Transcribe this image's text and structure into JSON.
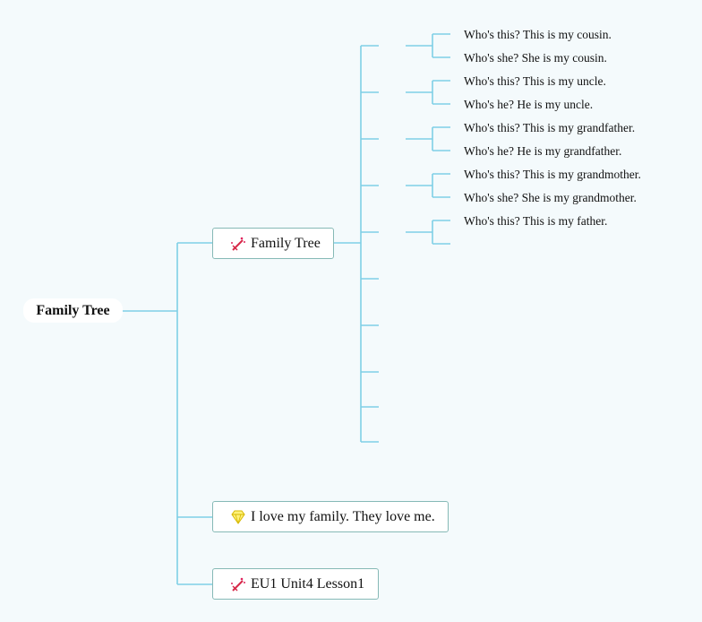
{
  "root": {
    "label": "Family Tree"
  },
  "branches": [
    {
      "label": "Family Tree",
      "icon": "magic-wand-icon"
    },
    {
      "label": "I love my family. They love me.",
      "icon": "diamond-icon"
    },
    {
      "label": "EU1 Unit4 Lesson1",
      "icon": "magic-wand-icon"
    }
  ],
  "leaves": [
    "Who's this? This is my cousin.",
    "Who's she? She is my cousin.",
    "Who's this? This is my uncle.",
    "Who's he? He is my uncle.",
    "Who's this? This is my grandfather.",
    "Who's he? He is my grandfather.",
    "Who's this? This is my grandmother.",
    "Who's she? She is my grandmother.",
    "Who's this? This is my father."
  ],
  "colors": {
    "connector": "#7fcfe6",
    "node_border": "#86b9b6",
    "background": "#f4fafc"
  }
}
